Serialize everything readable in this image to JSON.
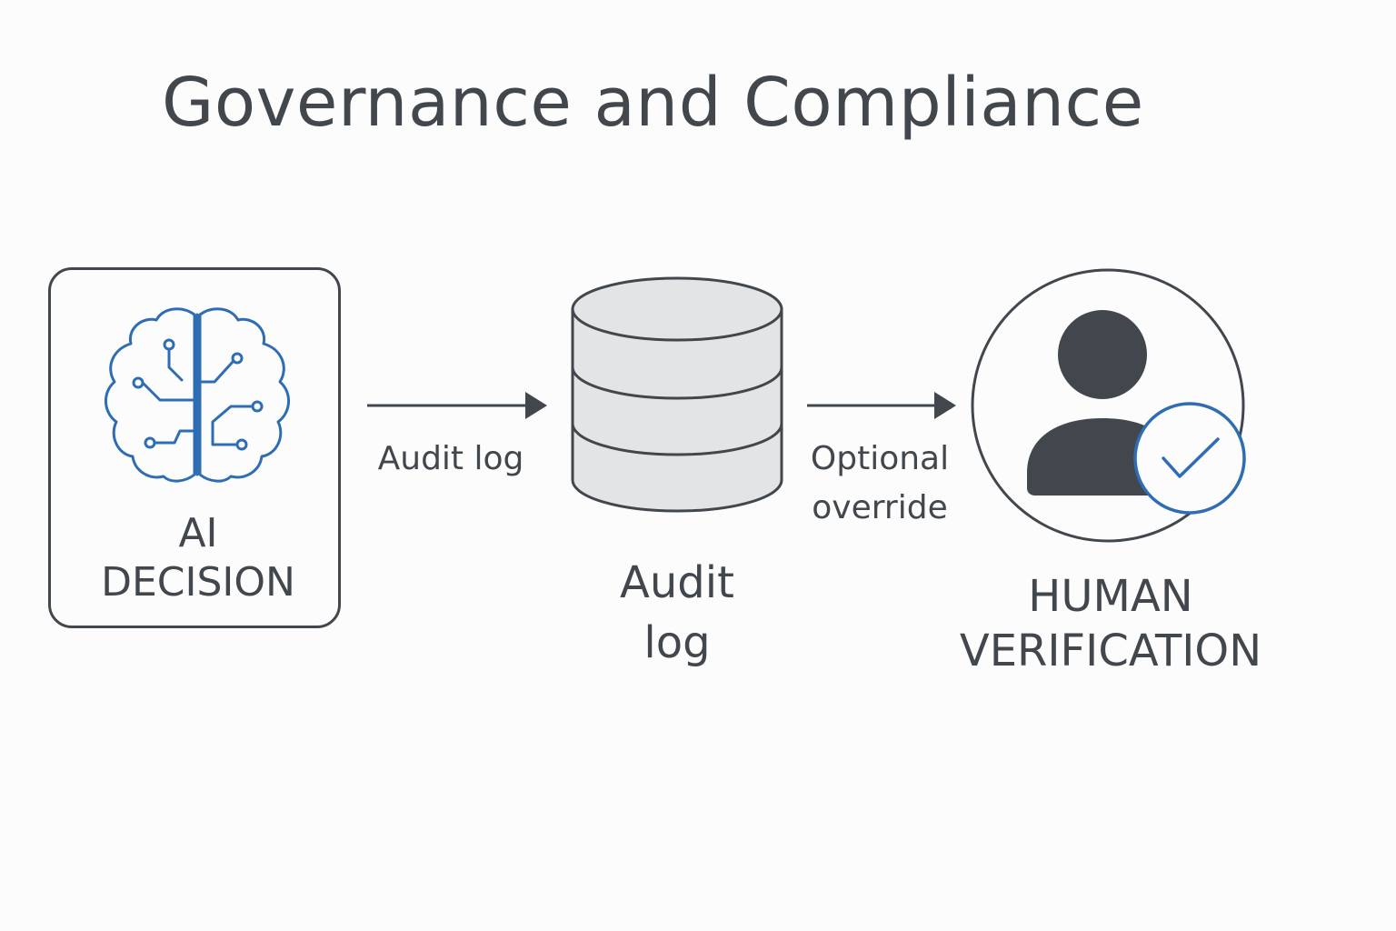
{
  "title": "Governance and Compliance",
  "colors": {
    "text": "#41474d",
    "accent": "#2e6db4",
    "db_fill": "#e3e4e5",
    "background": "#fcfcfc"
  },
  "nodes": [
    {
      "id": "ai-decision",
      "icon": "brain-circuit-icon",
      "label_lines": [
        "AI",
        "DECISION"
      ]
    },
    {
      "id": "audit-log",
      "icon": "database-icon",
      "label_lines": [
        "Audit",
        "log"
      ]
    },
    {
      "id": "human-verification",
      "icon": "user-check-icon",
      "label_lines": [
        "HUMAN",
        "VERIFICATION"
      ]
    }
  ],
  "edges": [
    {
      "from": "ai-decision",
      "to": "audit-log",
      "label_lines": [
        "Audit log"
      ]
    },
    {
      "from": "audit-log",
      "to": "human-verification",
      "label_lines": [
        "Optional",
        "override"
      ]
    }
  ]
}
